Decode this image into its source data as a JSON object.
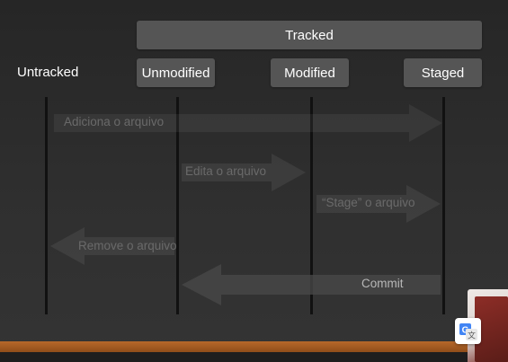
{
  "diagram": {
    "group_label": "Tracked",
    "states": {
      "untracked": "Untracked",
      "unmodified": "Unmodified",
      "modified": "Modified",
      "staged": "Staged"
    },
    "transitions": [
      {
        "label": "Adiciona o arquivo",
        "from": "Untracked",
        "to": "Staged"
      },
      {
        "label": "Edita o arquivo",
        "from": "Unmodified",
        "to": "Modified"
      },
      {
        "label": "“Stage” o arquivo",
        "from": "Modified",
        "to": "Staged"
      },
      {
        "label": "Remove o arquivo",
        "from": "Unmodified",
        "to": "Untracked"
      },
      {
        "label": "Commit",
        "from": "Staged",
        "to": "Unmodified"
      }
    ]
  },
  "colors": {
    "background": "#2b2b2b",
    "box": "#555555",
    "arrow": "#3c3c3c",
    "arrow_text": "#6a6a6a",
    "lane": "#111111",
    "floor": "#a85d22"
  },
  "icons": {
    "translate": "google-translate-icon"
  }
}
